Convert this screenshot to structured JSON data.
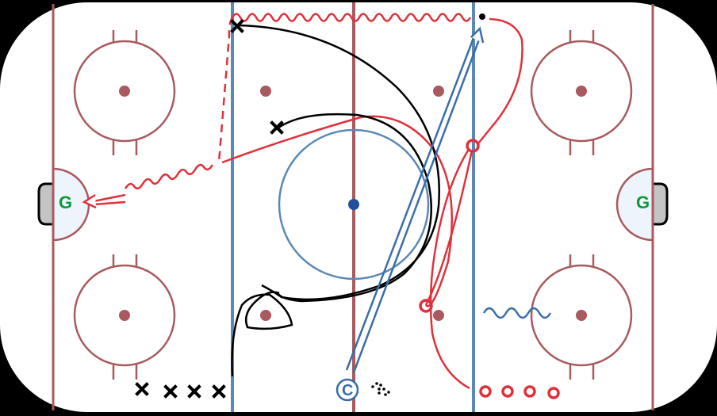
{
  "diagram": {
    "type": "hockey-drill",
    "colors": {
      "background": "#000000",
      "ice": "#ffffff",
      "goal_line": "#a85a5f",
      "center_line": "#a85a5f",
      "blue_line": "#5b88b5",
      "faceoff": "#a85a5f",
      "center_dot": "#1f4f9c",
      "crease_fill": "#eef4fb",
      "net_fill": "#c4c4c4",
      "goalie_text": "#0a9a3c",
      "offense_red": "#e0313b",
      "defense_black": "#000000",
      "coach_blue": "#3b6ea8"
    },
    "goalies": [
      {
        "side": "left",
        "label": "G"
      },
      {
        "side": "right",
        "label": "G"
      }
    ],
    "coach": {
      "label": "C"
    },
    "players": {
      "x_markers_count": 6,
      "o_markers_count": 6,
      "x_line_count": 4,
      "o_line_count": 4
    },
    "legend_symbols": {
      "skate_path": "solid line",
      "skate_with_puck": "wavy line",
      "backward_skate": "dashed line",
      "pass": "double-line arrow",
      "shot": "double-line arrow to net",
      "pucks": "dot cluster"
    }
  }
}
